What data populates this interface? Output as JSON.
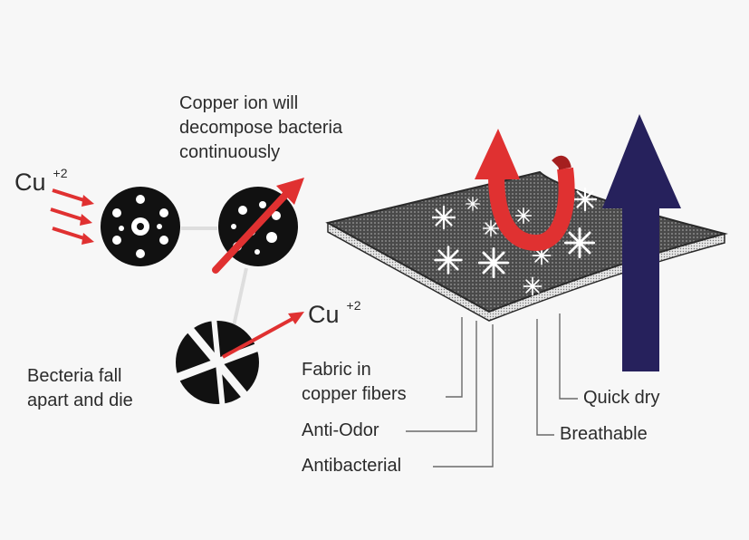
{
  "ion": {
    "symbol": "Cu",
    "charge": "+2"
  },
  "labels": {
    "copper_ion_line1": "Copper ion will",
    "copper_ion_line2": "decompose bacteria",
    "copper_ion_line3": "continuously",
    "bacteria_line1": "Becteria fall",
    "bacteria_line2": "apart and die",
    "fabric_line1": "Fabric in",
    "fabric_line2": "copper fibers",
    "anti_odor": "Anti-Odor",
    "antibacterial": "Antibacterial",
    "quick_dry": "Quick dry",
    "breathable": "Breathable"
  },
  "colors": {
    "red_arrow": "#e03131",
    "navy_arrow": "#26215c",
    "bacteria": "#111111",
    "fabric": "#5a5a5a",
    "background": "#f7f7f7"
  }
}
